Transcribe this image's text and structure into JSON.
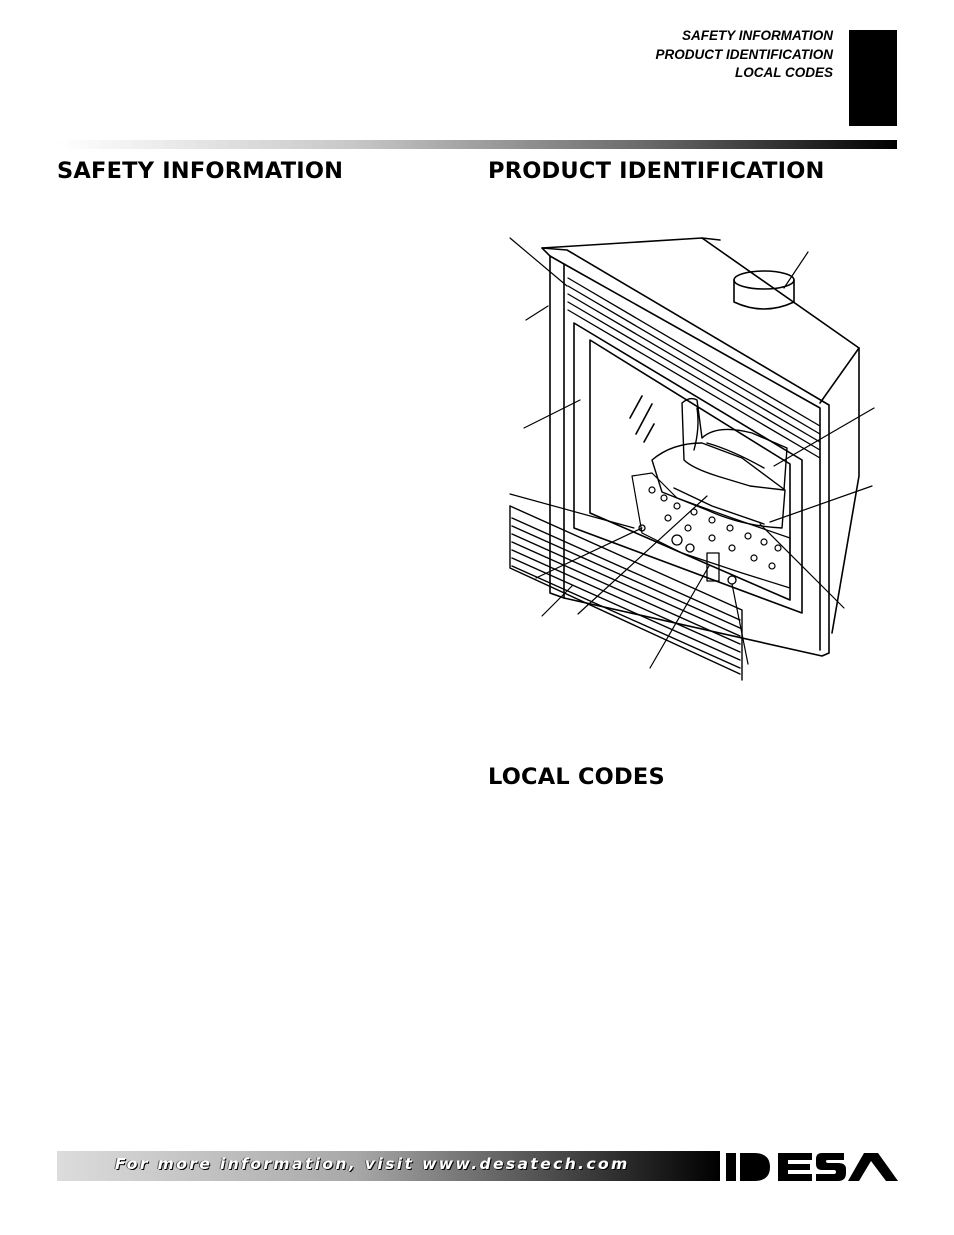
{
  "header": {
    "nav_items": [
      "SAFETY INFORMATION",
      "PRODUCT IDENTIFICATION",
      "LOCAL CODES"
    ]
  },
  "sections": {
    "safety_title": "SAFETY INFORMATION",
    "product_title": "PRODUCT IDENTIFICATION",
    "local_codes_title": "LOCAL CODES"
  },
  "footer": {
    "text": "For more information, visit www.desatech.com",
    "logo_text": "DESA"
  },
  "colors": {
    "ink": "#000000",
    "paper": "#ffffff"
  }
}
